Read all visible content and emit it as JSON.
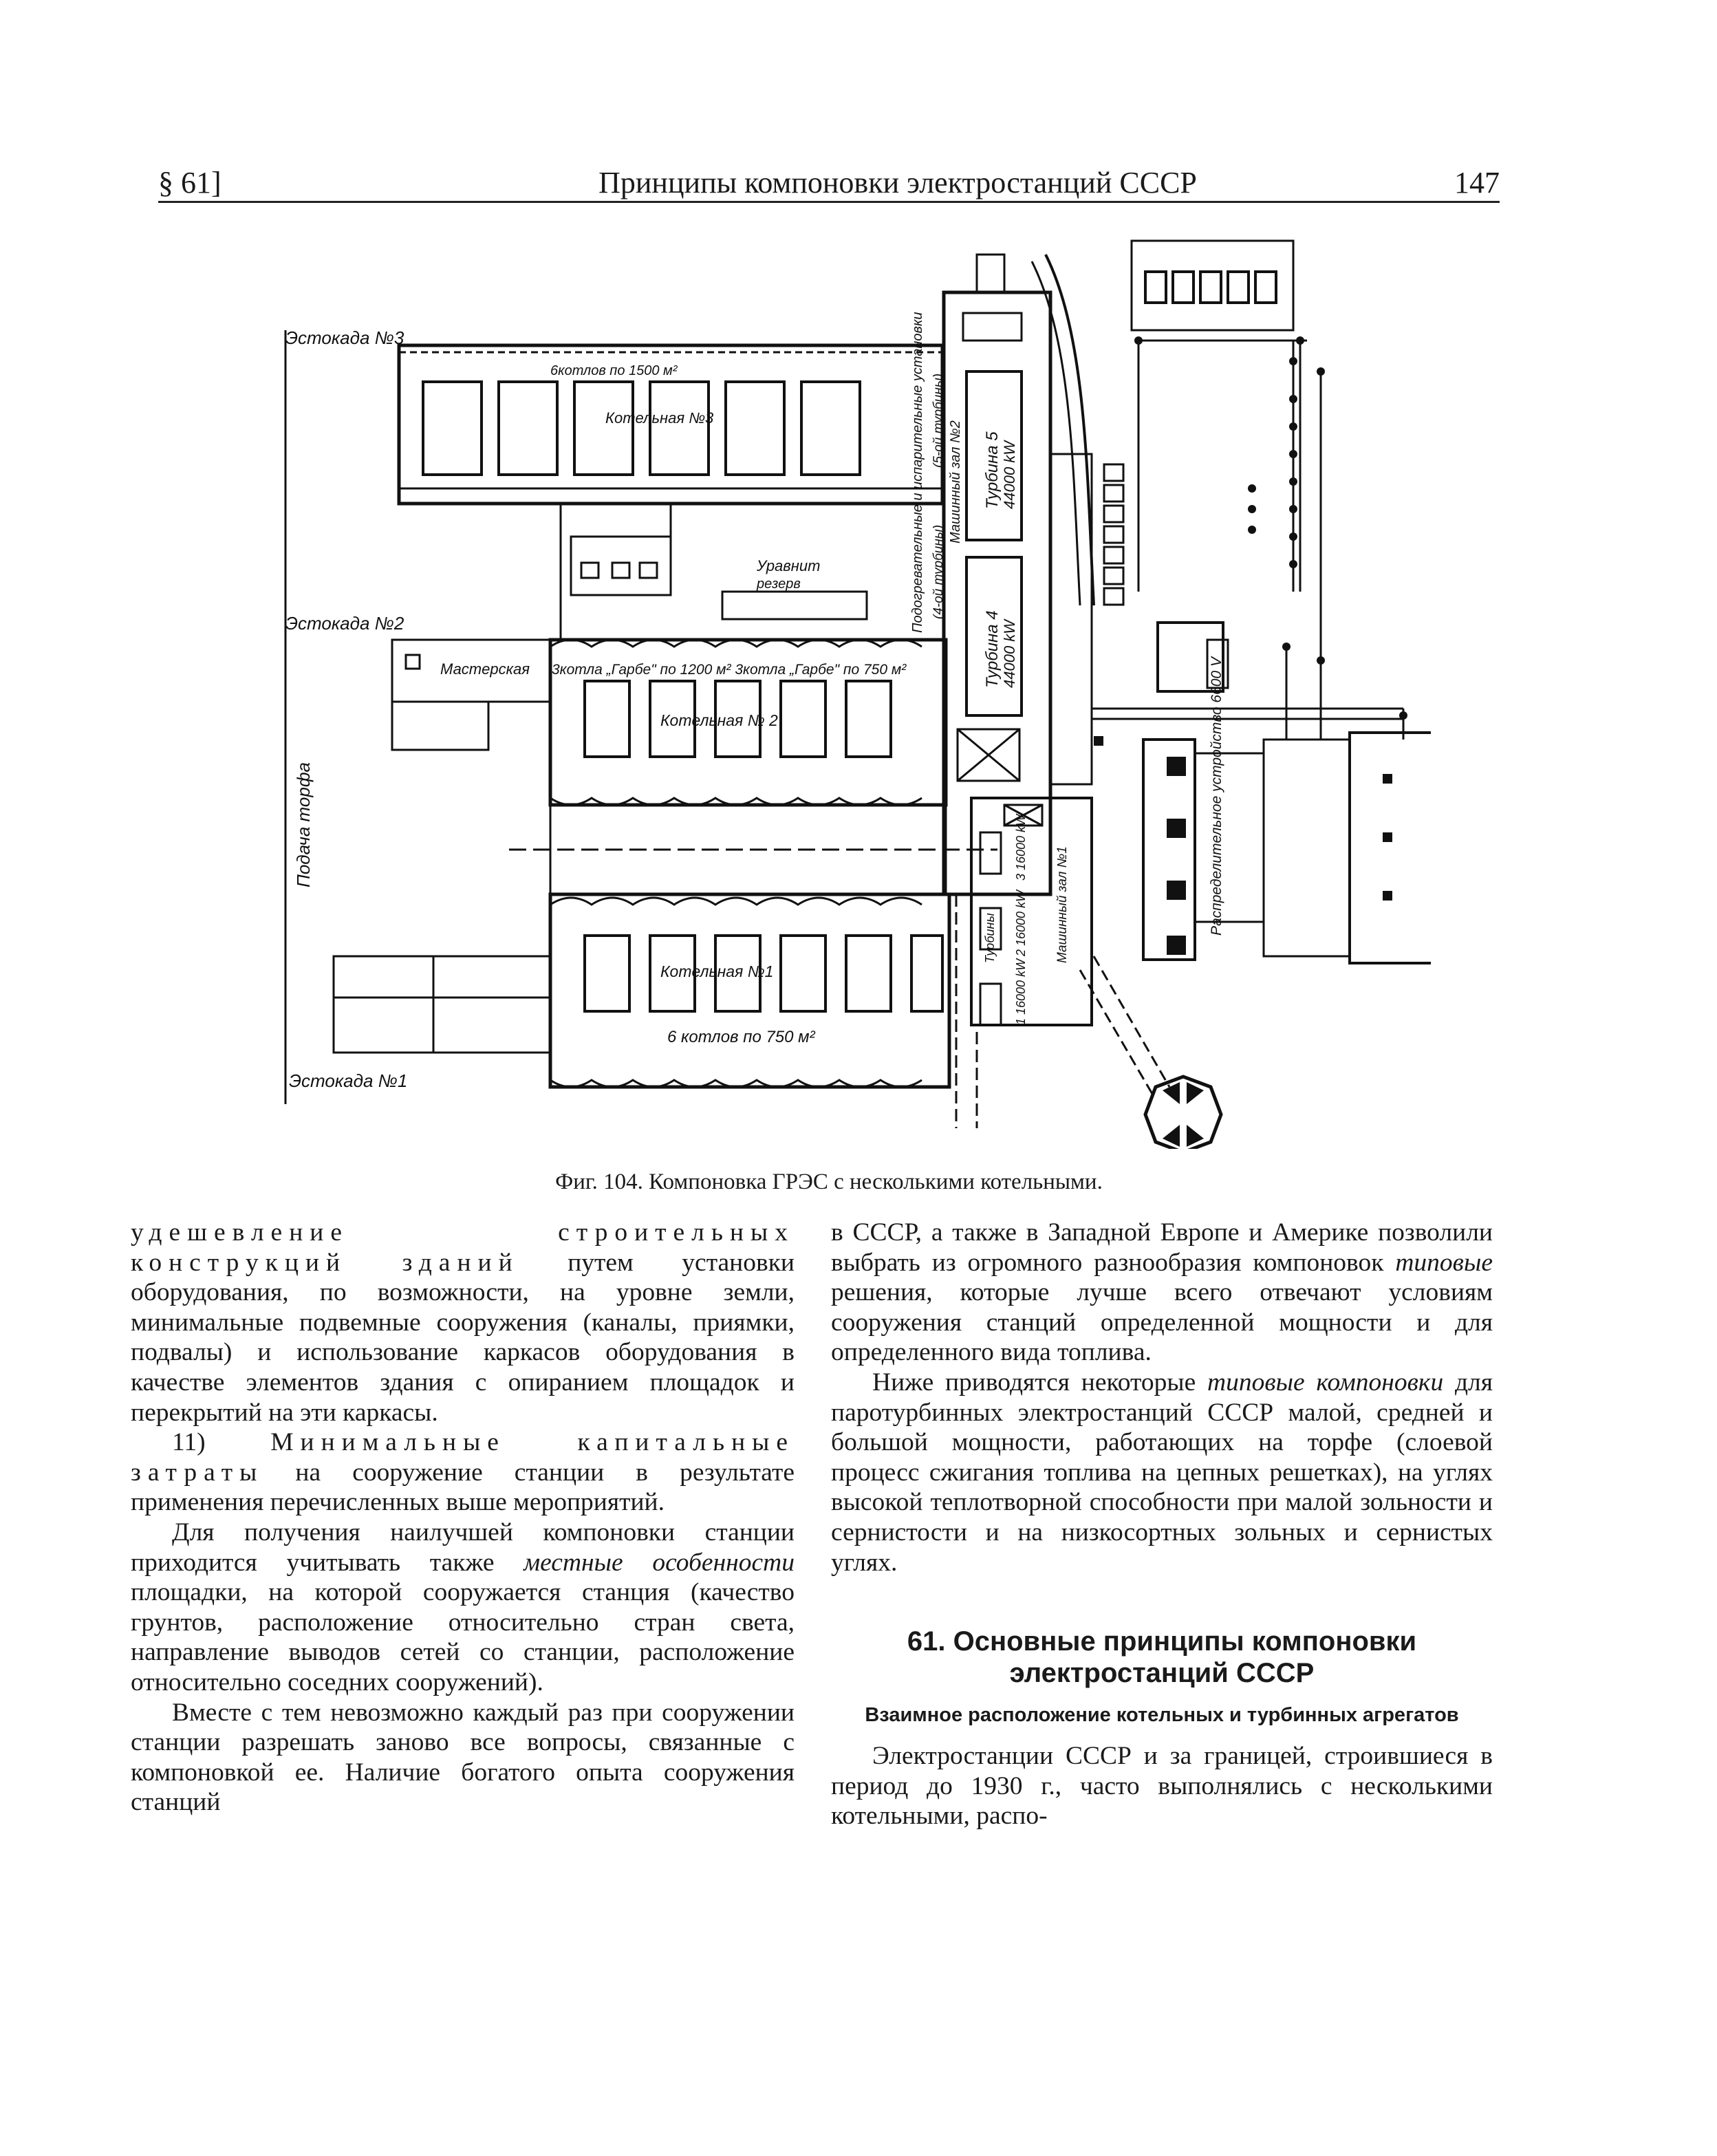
{
  "header": {
    "section": "§ 61]",
    "running_title": "Принципы компоновки электростанций СССР",
    "page_number": "147"
  },
  "figure": {
    "caption": "Фиг. 104. Компоновка ГРЭС с несколькими котельными.",
    "labels": {
      "estakada3": "Эстокада №3",
      "estakada2": "Эстокада №2",
      "estakada1": "Эстокада №1",
      "boilers_top": "6котлов по 1500 м²",
      "kotelnaya3": "Котельная №3",
      "uravnit1": "Уравнит",
      "uravnit2": "резерв",
      "masterskaya": "Мастерская",
      "boilers_mid": "3котла „Гарбе\" по 1200 м² 3котла „Гарбе\" по 750 м²",
      "kotelnaya2": "Котельная № 2",
      "podacha": "Подача торфа",
      "kotelnaya1": "Котельная №1",
      "boilers_bottom": "6 котлов по 750 м²",
      "podogrev": "Подогревательные и испарительные установки",
      "turbine5_note": "(5-ой турбины)",
      "turbine4_note": "(4-ой турбины)",
      "mashzal2": "Машинный зал №2",
      "turbina5": "Турбина 5",
      "t5kw": "44000 kW",
      "turbina4": "Турбина 4",
      "t4kw": "44000 kW",
      "t3": "3 16000 kW",
      "t2": "2 16000 kW",
      "t1": "1 16000 kW",
      "turbiny": "Турбины",
      "mashzal1": "Машинный зал №1",
      "raspred": "Распределительное устройство 6600 V"
    }
  },
  "col1": {
    "p1_spaced": "удешевление строительных конструкций зданий",
    "p1_rest": " путем установки оборудования, по возможности, на уровне земли, минимальные подвемные сооружения (каналы, приямки, подвалы) и использование каркасов оборудования в качестве элементов здания с опиранием площадок и перекрытий на эти каркасы.",
    "p2_num": "11) ",
    "p2_spaced": "Минимальные капитальные затраты",
    "p2_rest": " на сооружение станции в результате применения перечисленных выше мероприятий.",
    "p3_a": "Для получения наилучшей компоновки станции приходится учитывать также ",
    "p3_it": "местные особенности",
    "p3_b": " площадки, на которой сооружается станция (качество грунтов, расположение относительно стран света, направление выводов сетей со станции, расположение относительно соседних сооружений).",
    "p4": "Вместе с тем невозможно каждый раз при сооружении станции разрешать заново все вопросы, связанные с компоновкой ее. Наличие богатого опыта сооружения станций"
  },
  "col2": {
    "p1_a": "в СССР, а также в Западной Европе и Америке позволили выбрать из огромного разнообразия компоновок ",
    "p1_it": "типовые",
    "p1_b": " решения, которые лучше всего отвечают условиям сооружения станций определенной мощности и для определенного вида топлива.",
    "p2_a": "Ниже приводятся некоторые ",
    "p2_it": "типовые компоновки",
    "p2_b": " для паротурбинных электростанций СССР малой, средней и большой мощности, работающих на торфе (слоевой процесс сжигания топлива на цепных решетках), на углях высокой теплотворной способности при малой зольности и сернистости и на низкосортных зольных и сернистых углях.",
    "heading": "61. Основные принципы компоновки электростанций СССР",
    "subheading": "Взаимное расположение котельных и турбинных агрегатов",
    "p3": "Электростанции СССР и за границей, строившиеся в период до 1930 г., часто выполнялись с несколькими котельными, распо-"
  }
}
